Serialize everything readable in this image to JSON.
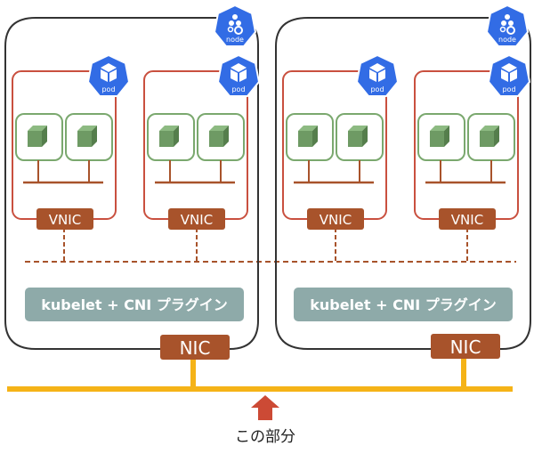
{
  "diagram": {
    "nodes": [
      {
        "badge": "node",
        "pods": [
          {
            "badge": "pod",
            "vnic": "VNIC",
            "containers": 2
          },
          {
            "badge": "pod",
            "vnic": "VNIC",
            "containers": 2
          }
        ],
        "agent": "kubelet + CNI プラグイン",
        "nic": "NIC"
      },
      {
        "badge": "node",
        "pods": [
          {
            "badge": "pod",
            "vnic": "VNIC",
            "containers": 2
          },
          {
            "badge": "pod",
            "vnic": "VNIC",
            "containers": 2
          }
        ],
        "agent": "kubelet + CNI プラグイン",
        "nic": "NIC"
      }
    ],
    "pointer_label": "この部分",
    "colors": {
      "node_border": "#333333",
      "pod_border": "#c9503f",
      "container_border": "#7aa86e",
      "container_cube": "#6e9a64",
      "vnic_fill": "#a8532b",
      "agent_fill": "#8eaaa9",
      "network_line": "#f5b317",
      "arrow": "#cc4a35",
      "k8s_blue": "#326ce5"
    }
  }
}
